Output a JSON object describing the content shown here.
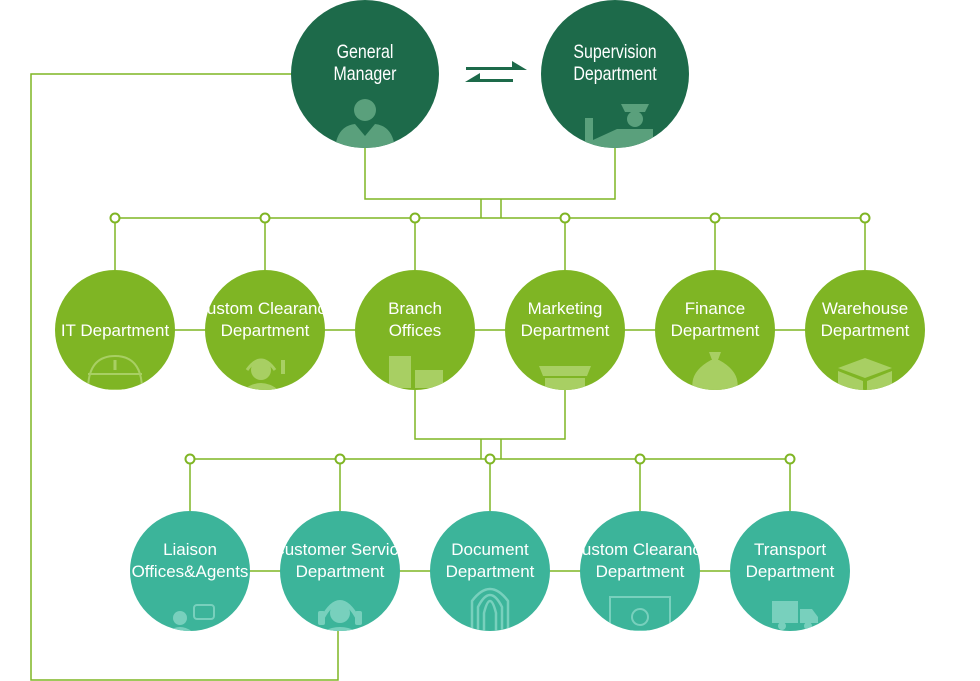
{
  "colors": {
    "top": "#1d6a4a",
    "middle": "#7fb524",
    "bottom": "#3cb49a",
    "line": "#7fb524",
    "icon_top": "#5aa07c",
    "icon_middle": "#a8cf63",
    "icon_bottom": "#78d0bd"
  },
  "top": {
    "general_manager": {
      "lines": [
        "General",
        "Manager"
      ],
      "icon": "businessman-icon"
    },
    "supervision": {
      "lines": [
        "Supervision",
        "Department"
      ],
      "icon": "officer-icon"
    },
    "exchange_icon": "double-arrow-icon"
  },
  "middle": [
    {
      "lines": [
        "IT Department"
      ],
      "icon": "mouse-icon"
    },
    {
      "lines": [
        "Custom Clearance",
        "Department"
      ],
      "icon": "headset-agent-icon"
    },
    {
      "lines": [
        "Branch",
        "Offices"
      ],
      "icon": "buildings-icon"
    },
    {
      "lines": [
        "Marketing",
        "Department"
      ],
      "icon": "storefront-icon"
    },
    {
      "lines": [
        "Finance",
        "Department"
      ],
      "icon": "money-bag-icon"
    },
    {
      "lines": [
        "Warehouse",
        "Department"
      ],
      "icon": "box-icon"
    }
  ],
  "bottom": [
    {
      "lines": [
        "Liaison",
        "Offices&Agents"
      ],
      "icon": "people-chat-icon"
    },
    {
      "lines": [
        "Customer Service",
        "Department"
      ],
      "icon": "headset-icon"
    },
    {
      "lines": [
        "Document",
        "Department"
      ],
      "icon": "fingerprint-icon"
    },
    {
      "lines": [
        "Custom Clearance",
        "Department"
      ],
      "icon": "banknote-icon"
    },
    {
      "lines": [
        "Transport",
        "Department"
      ],
      "icon": "truck-icon"
    }
  ]
}
